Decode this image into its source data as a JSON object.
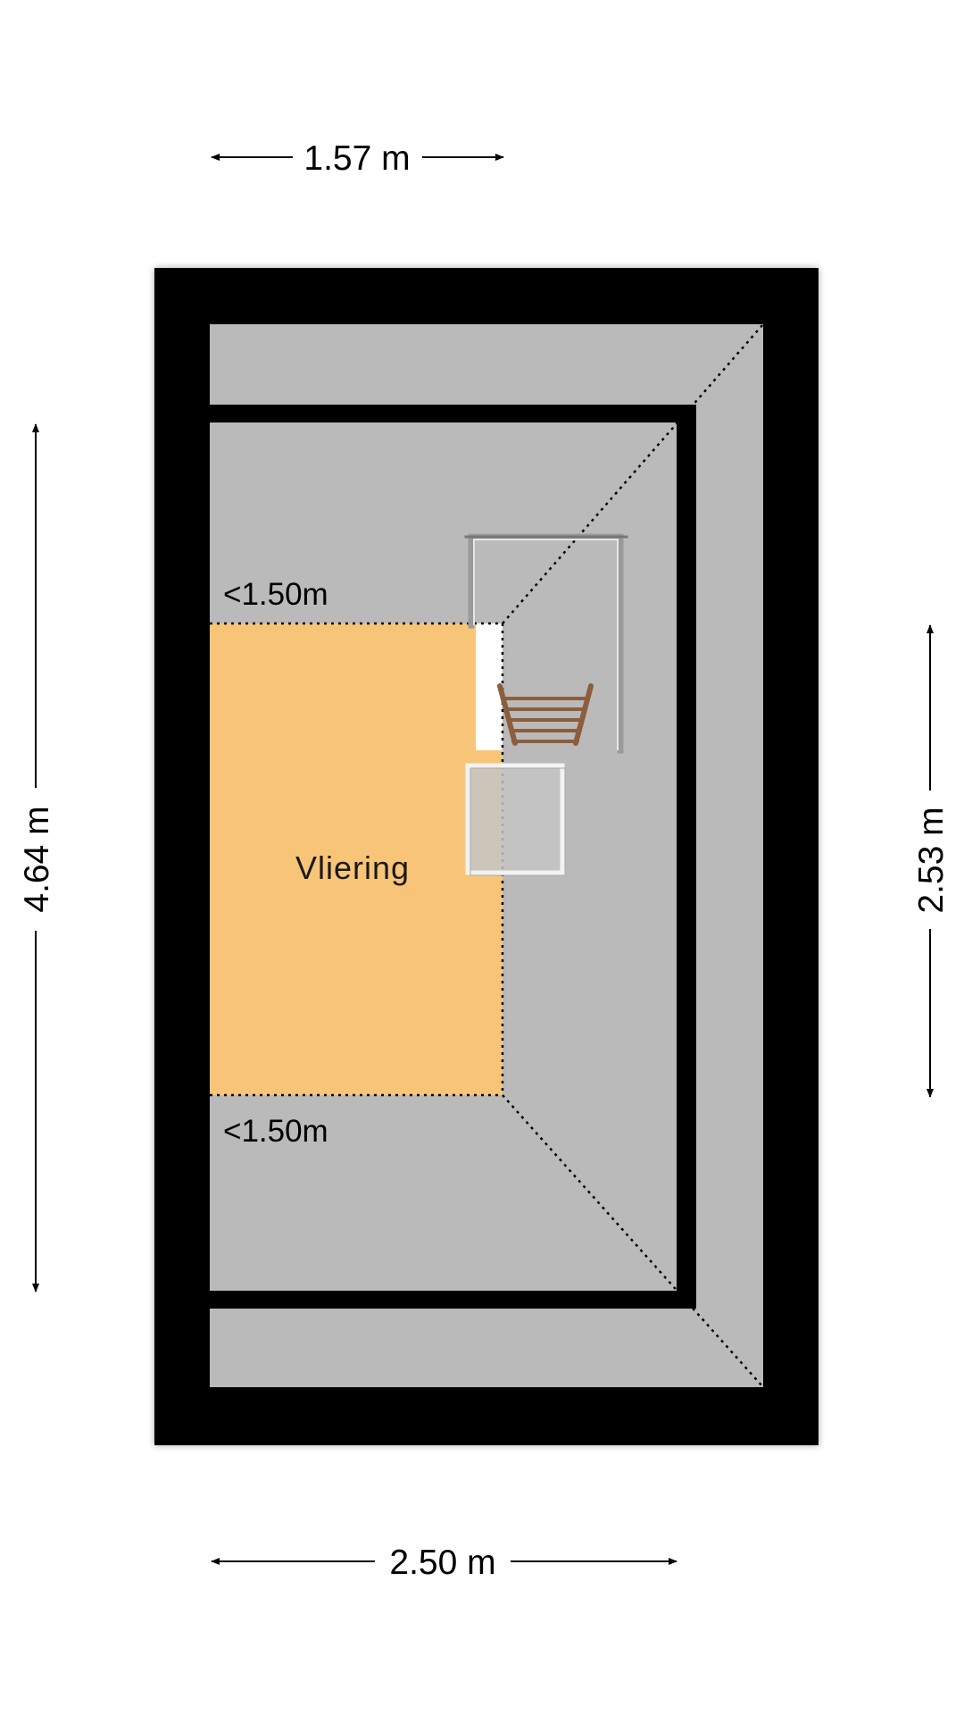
{
  "floorplan": {
    "room": {
      "name": "Vliering",
      "fill_color": "#f8c578"
    },
    "height_limits": {
      "top": "<1.50m",
      "bottom": "<1.50m"
    },
    "dimensions": {
      "top": "1.57 m",
      "bottom": "2.50 m",
      "left": "4.64 m",
      "right": "2.53 m"
    },
    "colors": {
      "wall": "#000000",
      "floor": "#bababa",
      "hatch_opening": "#ffffff",
      "ladder": "#8b5e3c"
    },
    "icons": [
      "ladder-icon",
      "roof-hatch-icon",
      "window-icon"
    ]
  }
}
